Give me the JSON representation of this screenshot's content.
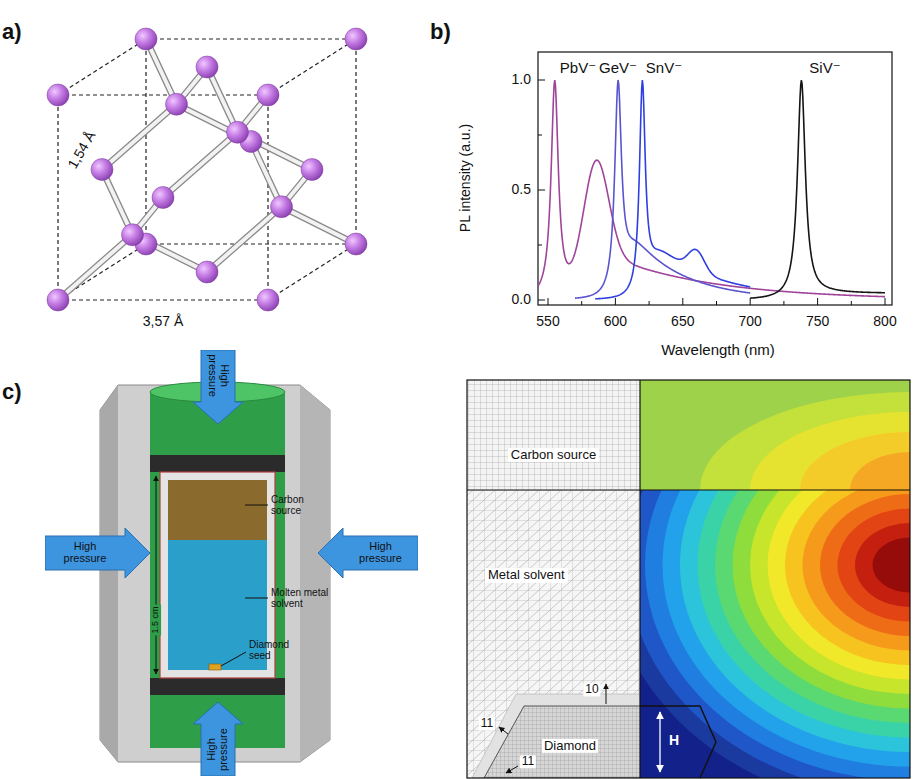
{
  "diagram": {
    "nodes": [
      {
        "text": [
          "High pressure"
        ]
      },
      {
        "text": [
          "High pressure"
        ]
      },
      {
        "text": [
          "High pressure"
        ]
      },
      {
        "text": [
          "High pressure"
        ]
      },
      {
        "text": [
          "Carbon source"
        ]
      },
      {
        "text": [
          "Metal solvent"
        ]
      }
    ],
    "labels": [
      "a)",
      "1,54 Å",
      "3,57 Å",
      "b)",
      "PbV⁻",
      "GeV⁻",
      "SnV⁻",
      "SiV⁻",
      "1.0",
      "0.5",
      "0.0",
      "550",
      "600",
      "650",
      "700",
      "750",
      "800",
      "PL intensity (a.u.)",
      "Wavelength (nm)",
      "c)",
      "1.5 cm",
      "Carbon source",
      "Molten metal solvent",
      "Diamond seed",
      "10",
      "11",
      "11",
      "Diamond",
      "H"
    ]
  }
}
